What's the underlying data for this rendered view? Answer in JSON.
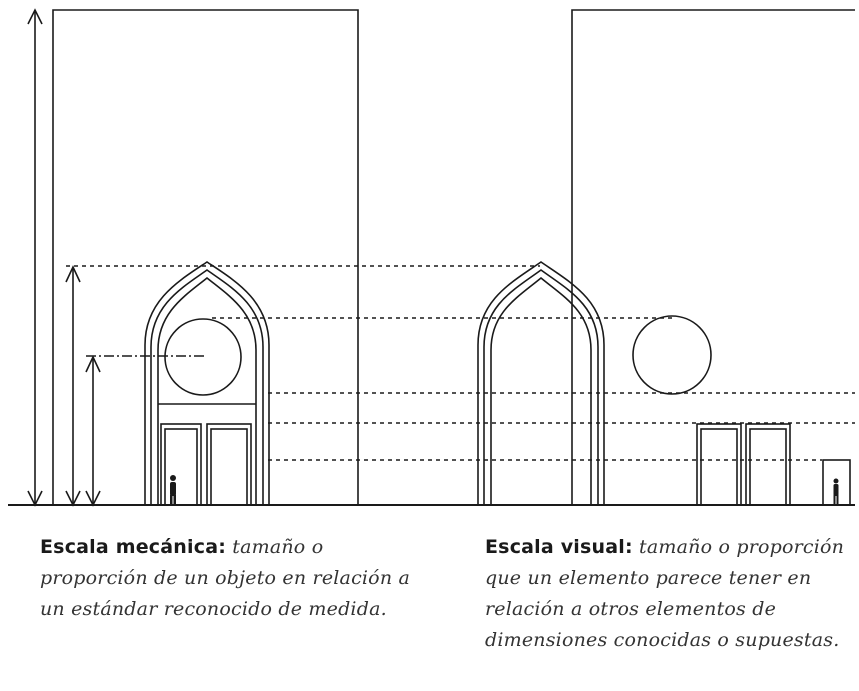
{
  "captions": {
    "mechanical": {
      "title": "Escala mecánica:",
      "lines": [
        "tamaño o",
        "proporción de un objeto en relación a",
        "un estándar reconocido de medida."
      ]
    },
    "visual": {
      "title": "Escala visual:",
      "lines": [
        "tamaño o proporción",
        "que un elemento parece tener en",
        "relación a otros elementos de",
        "dimensiones conocidas o supuestas."
      ]
    }
  },
  "colors": {
    "ink": "#1a1a1a",
    "paper": "#ffffff"
  }
}
